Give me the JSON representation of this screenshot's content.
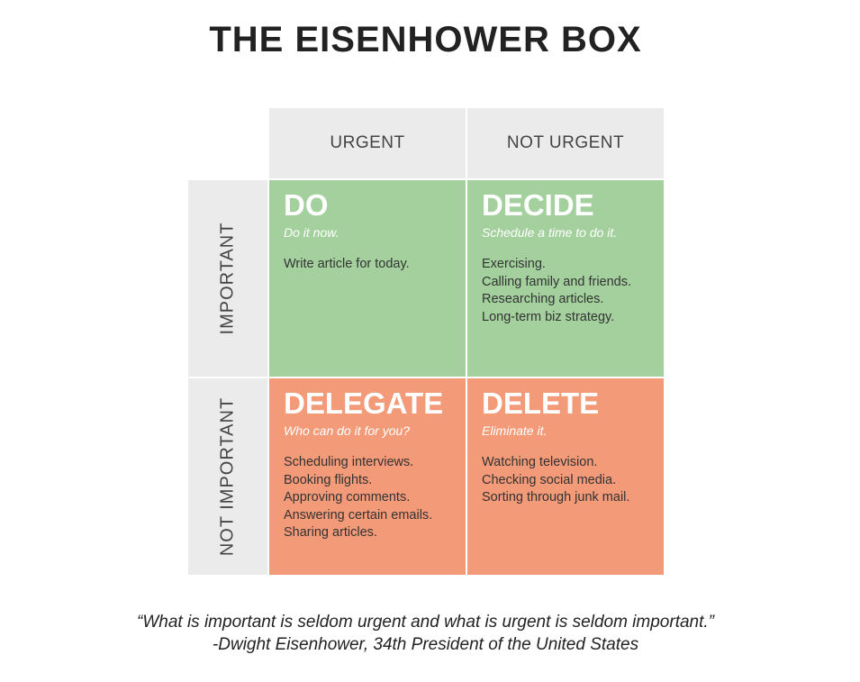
{
  "title": "THE EISENHOWER BOX",
  "columns": [
    "URGENT",
    "NOT URGENT"
  ],
  "rows": [
    "IMPORTANT",
    "NOT IMPORTANT"
  ],
  "quadrants": [
    {
      "title": "DO",
      "subtitle": "Do it now.",
      "items": [
        "Write article for today."
      ]
    },
    {
      "title": "DECIDE",
      "subtitle": "Schedule a time to do it.",
      "items": [
        "Exercising.",
        "Calling family and friends.",
        "Researching articles.",
        "Long-term biz strategy."
      ]
    },
    {
      "title": "DELEGATE",
      "subtitle": "Who can do it for you?",
      "items": [
        "Scheduling interviews.",
        "Booking flights.",
        "Approving comments.",
        "Answering certain emails.",
        "Sharing articles."
      ]
    },
    {
      "title": "DELETE",
      "subtitle": "Eliminate it.",
      "items": [
        "Watching television.",
        "Checking social media.",
        "Sorting through junk mail."
      ]
    }
  ],
  "quote": {
    "text": "“What is important is seldom urgent and what is urgent is seldom important.”",
    "attribution": "-Dwight Eisenhower, 34th President of the United States"
  },
  "colors": {
    "header": "#ebebeb",
    "important_urgent": "#a3d09d",
    "not_important": "#f39a78"
  }
}
